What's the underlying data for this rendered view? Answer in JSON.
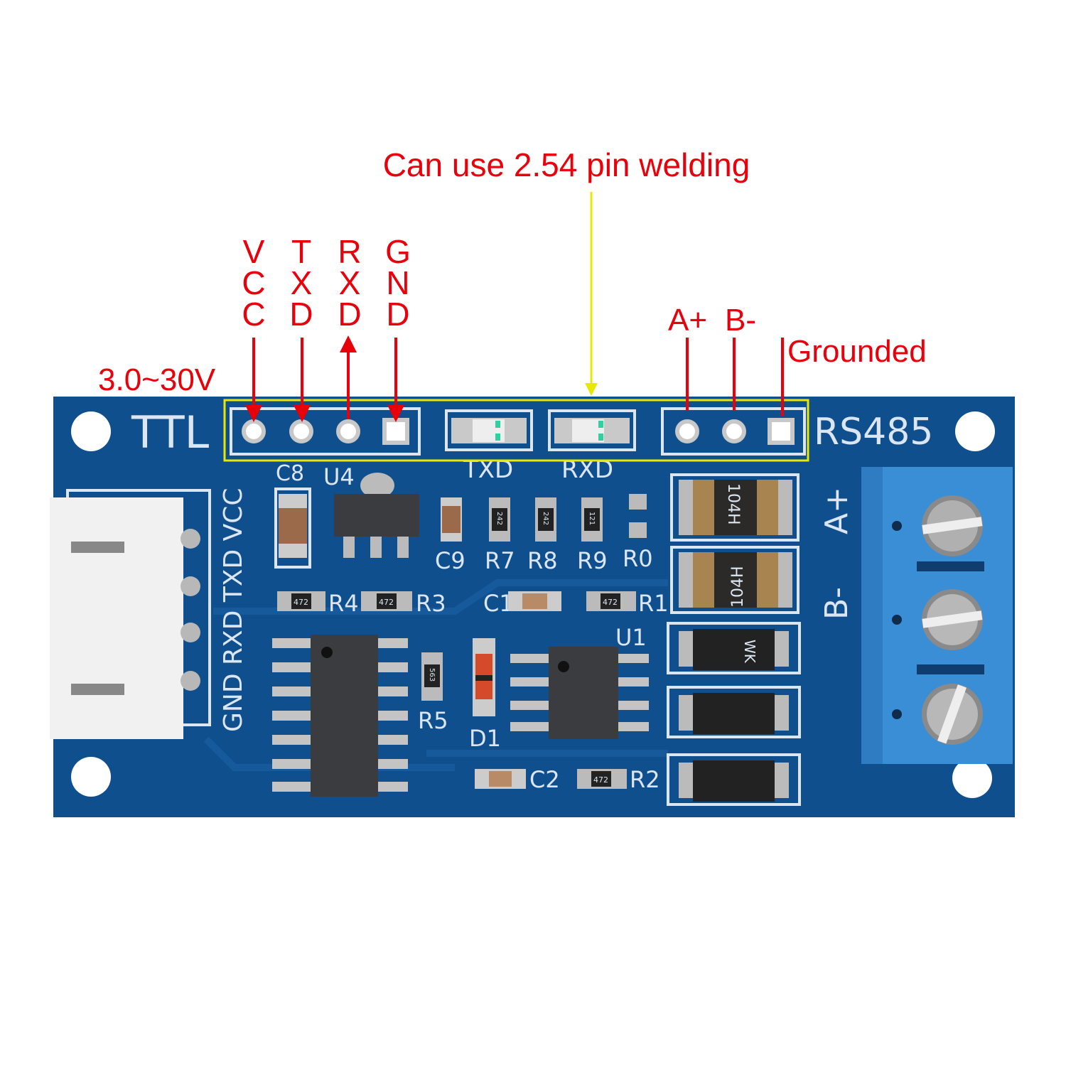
{
  "annotations": {
    "pin_welding": "Can use 2.54 pin welding",
    "voltage": "3.0~30V",
    "ttl_pins": [
      {
        "letters": [
          "V",
          "C",
          "C"
        ],
        "arrow": "down"
      },
      {
        "letters": [
          "T",
          "X",
          "D"
        ],
        "arrow": "down"
      },
      {
        "letters": [
          "R",
          "X",
          "D"
        ],
        "arrow": "up"
      },
      {
        "letters": [
          "G",
          "N",
          "D"
        ],
        "arrow": "down"
      }
    ],
    "a_plus": "A+",
    "b_minus": "B-",
    "grounded": "Grounded"
  },
  "silkscreen": {
    "ttl": "TTL",
    "rs485": "RS485",
    "txd_led": "TXD",
    "rxd_led": "RXD",
    "side_pins": "GND RXD TXD VCC",
    "a_plus": "A+",
    "b_minus": "B-",
    "refs": {
      "c8": "C8",
      "u4": "U4",
      "c9": "C9",
      "r7": "R7",
      "r8": "R8",
      "r9": "R9",
      "r0": "R0",
      "r4": "R4",
      "r3": "R3",
      "c1": "C1",
      "r1": "R1",
      "u1": "U1",
      "r5": "R5",
      "d1": "D1",
      "c2": "C2",
      "r2": "R2"
    },
    "resistor_codes": {
      "r7": "242",
      "r8": "242",
      "r9": "121",
      "r4": "472",
      "r3": "472",
      "r1": "472",
      "r5": "563",
      "r2": "472"
    },
    "tvs_codes": {
      "upper": "104H",
      "lower": "104H"
    },
    "diode_codes": "WK"
  },
  "colors": {
    "annotation_red": "#e8000b",
    "highlight_yellow": "#e8e800",
    "pcb_blue": "#0f4f8e",
    "terminal_blue": "#3a8ed6"
  }
}
